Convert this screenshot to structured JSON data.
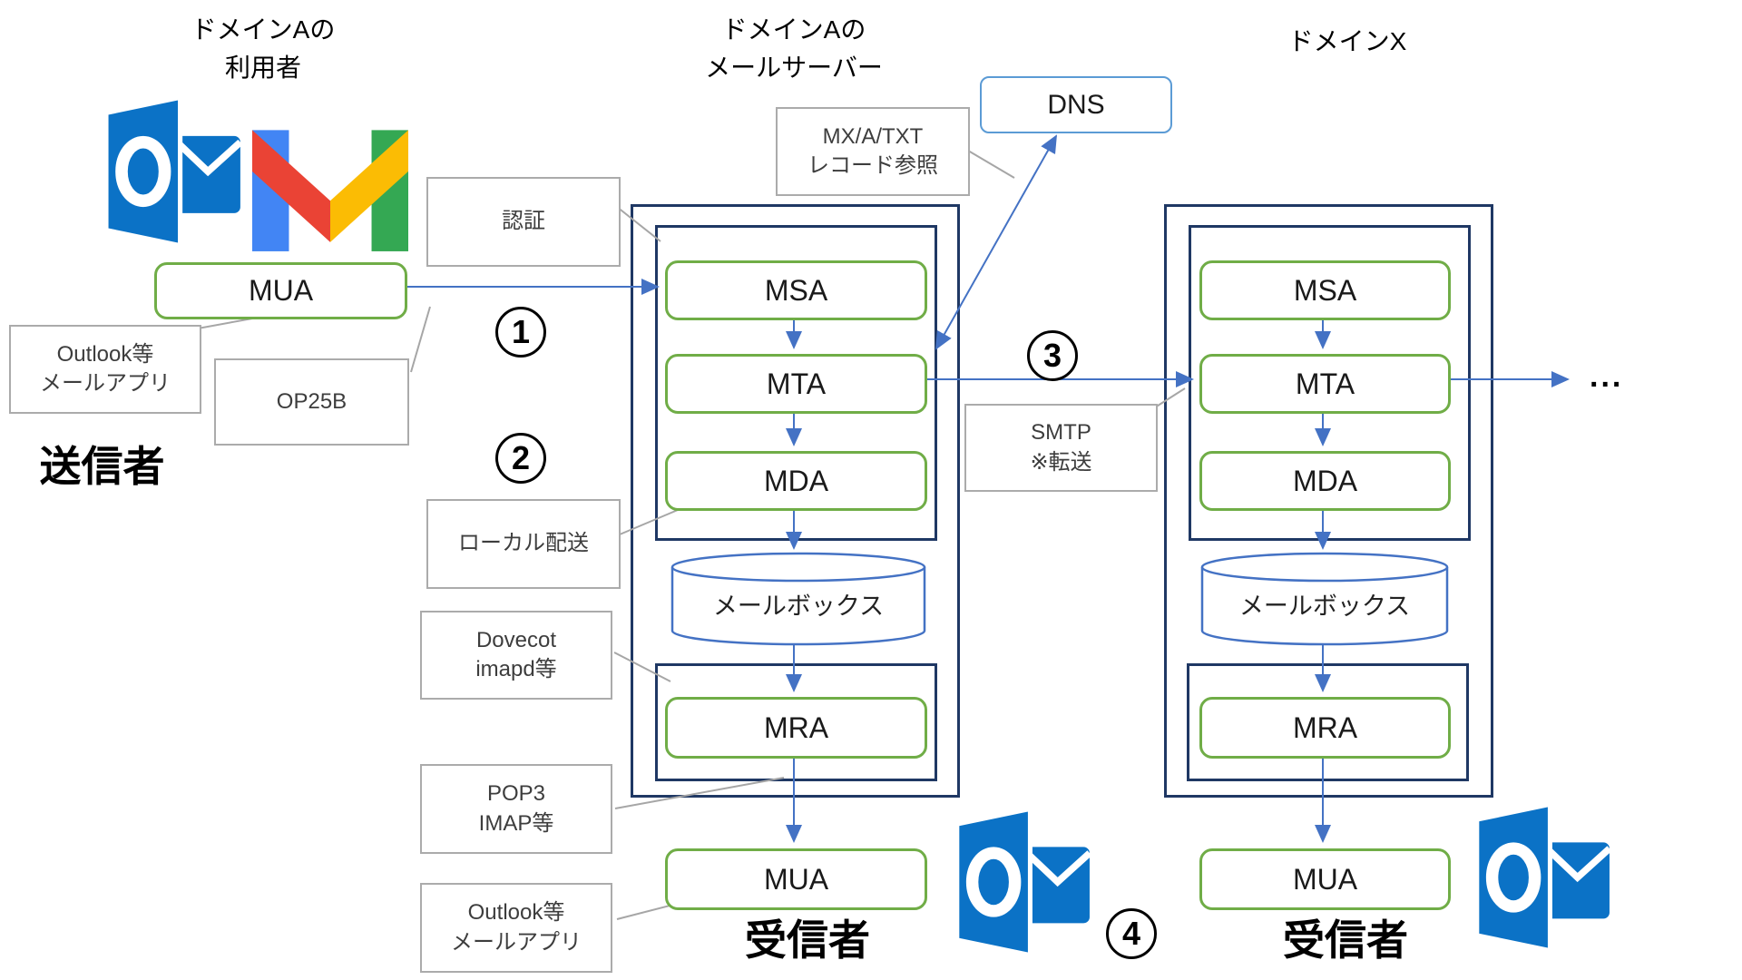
{
  "headers": {
    "domain_a_users": "ドメインAの\n利用者",
    "domain_a_mailserver": "ドメインAの\nメールサーバー",
    "domain_x": "ドメインX"
  },
  "sender": {
    "label": "送信者",
    "mua": "MUA"
  },
  "dns": {
    "label": "DNS"
  },
  "callouts": {
    "auth": "認証",
    "outlook_app": "Outlook等\nメールアプリ",
    "op25b": "OP25B",
    "local_delivery": "ローカル配送",
    "dovecot": "Dovecot\nimapd等",
    "pop3_imap": "POP3\nIMAP等",
    "outlook_app_receiver": "Outlook等\nメールアプリ",
    "mx_records": "MX/A/TXT\nレコード参照",
    "smtp": "SMTP\n※転送"
  },
  "steps": [
    "1",
    "2",
    "3",
    "4"
  ],
  "ellipsis": "...",
  "columns": [
    {
      "name": "domain-a-mailserver",
      "msa": "MSA",
      "mta": "MTA",
      "mda": "MDA",
      "mailbox": "メールボックス",
      "mra": "MRA",
      "mua": "MUA",
      "receiver": "受信者"
    },
    {
      "name": "domain-x-mailserver",
      "msa": "MSA",
      "mta": "MTA",
      "mda": "MDA",
      "mailbox": "メールボックス",
      "mra": "MRA",
      "mua": "MUA",
      "receiver": "受信者"
    }
  ],
  "colors": {
    "box_green": "#70AD47",
    "frame_navy": "#1F3864",
    "arrow_blue": "#4472C4",
    "callout_gray": "#ABABAB",
    "dns_blue": "#5B9BD5",
    "outlook_blue": "#0B72C6",
    "gmail_red": "#EA4335",
    "gmail_blue": "#4285F4",
    "gmail_yellow": "#FBBC04",
    "gmail_green": "#34A853"
  }
}
